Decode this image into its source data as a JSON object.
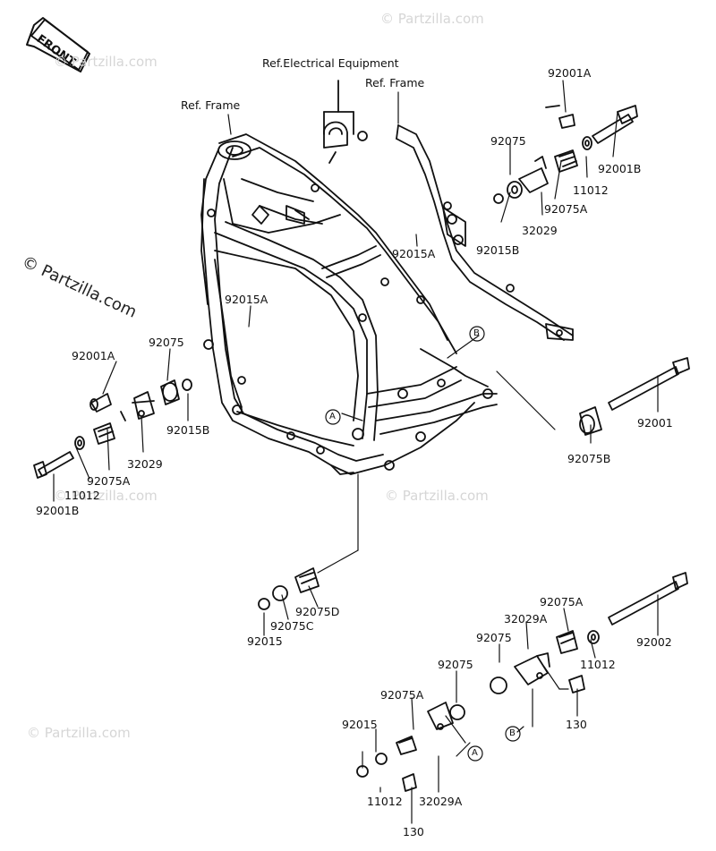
{
  "diagram": {
    "front_badge": "FRONT",
    "watermark": "© Partzilla.com",
    "refs": {
      "electrical": "Ref.Electrical Equipment",
      "frame_left": "Ref. Frame",
      "frame_right": "Ref. Frame"
    },
    "markers": {
      "a": "A",
      "b": "B"
    },
    "parts": {
      "p1": "92001A",
      "p2": "92075",
      "p3": "92001B",
      "p4": "11012",
      "p5": "92075A",
      "p6": "32029",
      "p7": "92015B",
      "p8": "92015A",
      "p9": "92015A",
      "p10": "92001",
      "p11": "92075B",
      "p12": "92001A",
      "p13": "92075",
      "p14": "92015B",
      "p15": "32029",
      "p16": "92075A",
      "p17": "11012",
      "p18": "92001B",
      "p19": "92075D",
      "p20": "92075C",
      "p21": "92015",
      "p22": "92075A",
      "p23": "32029A",
      "p24": "92002",
      "p25": "92075",
      "p26": "11012",
      "p27": "130",
      "p28": "92075",
      "p29": "92075A",
      "p30": "92015",
      "p31": "11012",
      "p32": "32029A",
      "p33": "130"
    }
  }
}
